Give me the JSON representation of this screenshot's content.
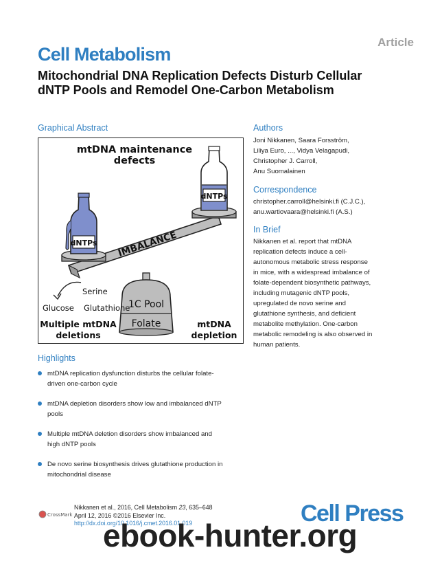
{
  "header": {
    "article_tag": "Article",
    "journal": "Cell Metabolism",
    "title": "Mitochondrial DNA Replication Defects Disturb Cellular dNTP Pools and Remodel One-Carbon Metabolism"
  },
  "graphical_abstract": {
    "heading": "Graphical Abstract",
    "top_label_line1": "mtDNA maintenance",
    "top_label_line2": "defects",
    "bottle_label_left": "dNTPs",
    "bottle_label_right": "dNTPs",
    "beam_label": "IMBALANCE",
    "serine": "Serine",
    "glucose": "Glucose",
    "glutathione": "Glutathione",
    "pool_label": "1C Pool",
    "folate_label": "Folate",
    "left_bottom_line1": "Multiple mtDNA",
    "left_bottom_line2": "deletions",
    "right_bottom_line1": "mtDNA",
    "right_bottom_line2": "depletion"
  },
  "authors": {
    "heading": "Authors",
    "lines": [
      "Joni Nikkanen, Saara Forsström,",
      "Liliya Euro, ..., Vidya Velagapudi,",
      "Christopher J. Carroll,",
      "Anu Suomalainen"
    ]
  },
  "correspondence": {
    "heading": "Correspondence",
    "lines": [
      "christopher.carroll@helsinki.fi (C.J.C.),",
      "anu.wartiovaara@helsinki.fi (A.S.)"
    ]
  },
  "in_brief": {
    "heading": "In Brief",
    "lines": [
      "Nikkanen et al. report that mtDNA",
      "replication defects induce a cell-",
      "autonomous metabolic stress response",
      "in mice, with a widespread imbalance of",
      "folate-dependent biosynthetic pathways,",
      "including mutagenic dNTP pools,",
      "upregulated de novo serine and",
      "glutathione synthesis, and deficient",
      "metabolite methylation. One-carbon",
      "metabolic remodeling is also observed in",
      "human patients."
    ]
  },
  "highlights": {
    "heading": "Highlights",
    "items": [
      {
        "line1": "mtDNA replication dysfunction disturbs the cellular folate-",
        "line2": "driven one-carbon cycle"
      },
      {
        "line1": "mtDNA depletion disorders show low and imbalanced dNTP",
        "line2": "pools"
      },
      {
        "line1": "Multiple mtDNA deletion disorders show imbalanced and",
        "line2": "high dNTP pools"
      },
      {
        "line1": "De novo serine biosynthesis drives glutathione production in",
        "line2": "mitochondrial disease"
      }
    ]
  },
  "footer": {
    "citation_pre": "Nikkanen et al., 2016, Cell Metabolism ",
    "citation_vol": "23",
    "citation_pages": ", 635–648",
    "date_line": "April 12, 2016 ©2016 Elsevier Inc.",
    "doi": "http://dx.doi.org/10.1016/j.cmet.2016.01.019",
    "crossmark": "CrossMark",
    "publisher": "Cell Press",
    "watermark": "ebook-hunter.org"
  },
  "colors": {
    "accent": "#2f7fc1",
    "bottle_blue": "#7f8fcc",
    "gray": "#bdbdbd"
  }
}
